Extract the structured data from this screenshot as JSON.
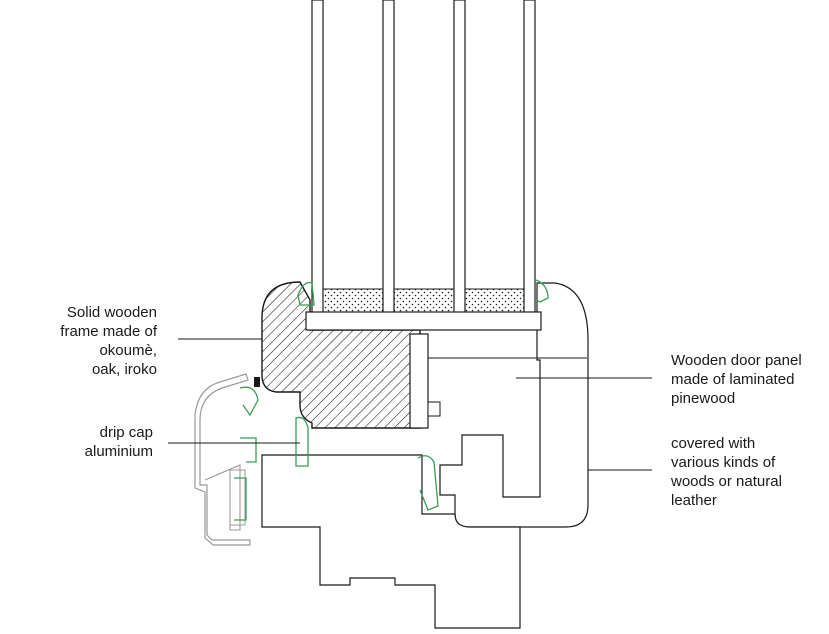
{
  "labels": {
    "frame": [
      "Solid wooden",
      "frame made of",
      "okoumè,",
      "oak, iroko"
    ],
    "drip_cap": [
      "drip cap",
      "aluminium"
    ],
    "door_panel": [
      "Wooden door panel",
      "made of laminated",
      "pinewood"
    ],
    "covering": [
      "covered with",
      "various kinds of",
      "woods or natural",
      "leather"
    ]
  },
  "colors": {
    "line": "#1a1a1a",
    "gasket": "#3f9b5a",
    "aluminium": "#9a9a9a",
    "fill_white": "#ffffff"
  }
}
